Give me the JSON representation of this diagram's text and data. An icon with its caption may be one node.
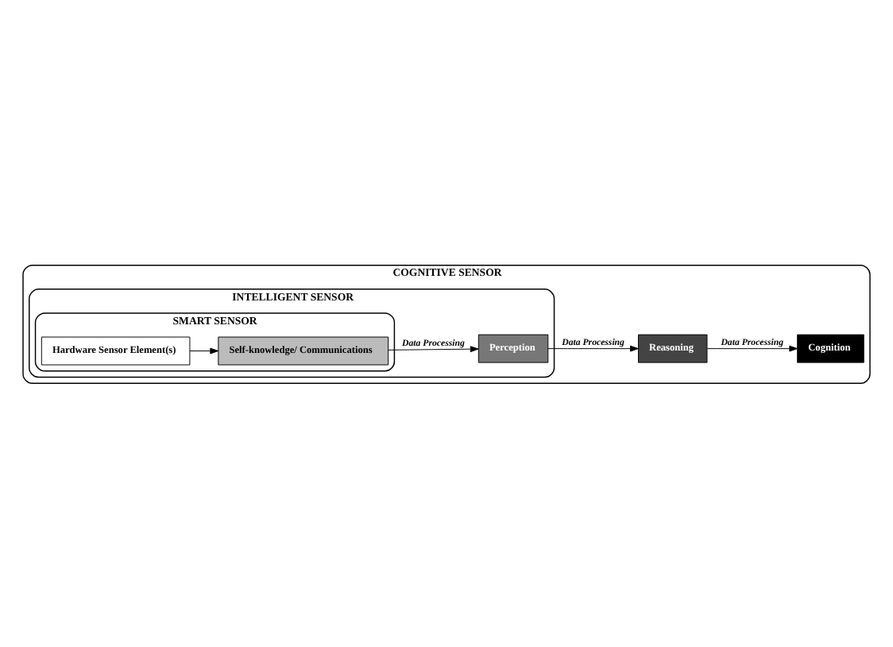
{
  "diagram": {
    "nodes": [
      {
        "text": [
          "COGNITIVE SENSOR"
        ]
      },
      {
        "text": [
          "INTELLIGENT SENSOR"
        ],
        "in": 0
      },
      {
        "text": [
          "SMART SENSOR"
        ],
        "in": 1
      },
      {
        "text": [
          "Hardware Sensor Element(s)"
        ],
        "in": 2
      },
      {
        "text": [
          "Self-knowledge/ Communications"
        ],
        "in": 2
      },
      {
        "text": [
          "Perception"
        ],
        "in": 1
      },
      {
        "text": [
          "Reasoning"
        ],
        "in": 0
      },
      {
        "text": [
          "Cognition"
        ],
        "in": 0
      }
    ],
    "edges": [
      {
        "from": 3,
        "to": 4,
        "arrow": "to"
      },
      {
        "from": 4,
        "to": 5,
        "arrow": "to",
        "label": "Data Processing"
      },
      {
        "from": 5,
        "to": 6,
        "arrow": "to",
        "label": "Data Processing"
      },
      {
        "from": 6,
        "to": 7,
        "arrow": "to",
        "label": "Data Processing"
      }
    ]
  }
}
